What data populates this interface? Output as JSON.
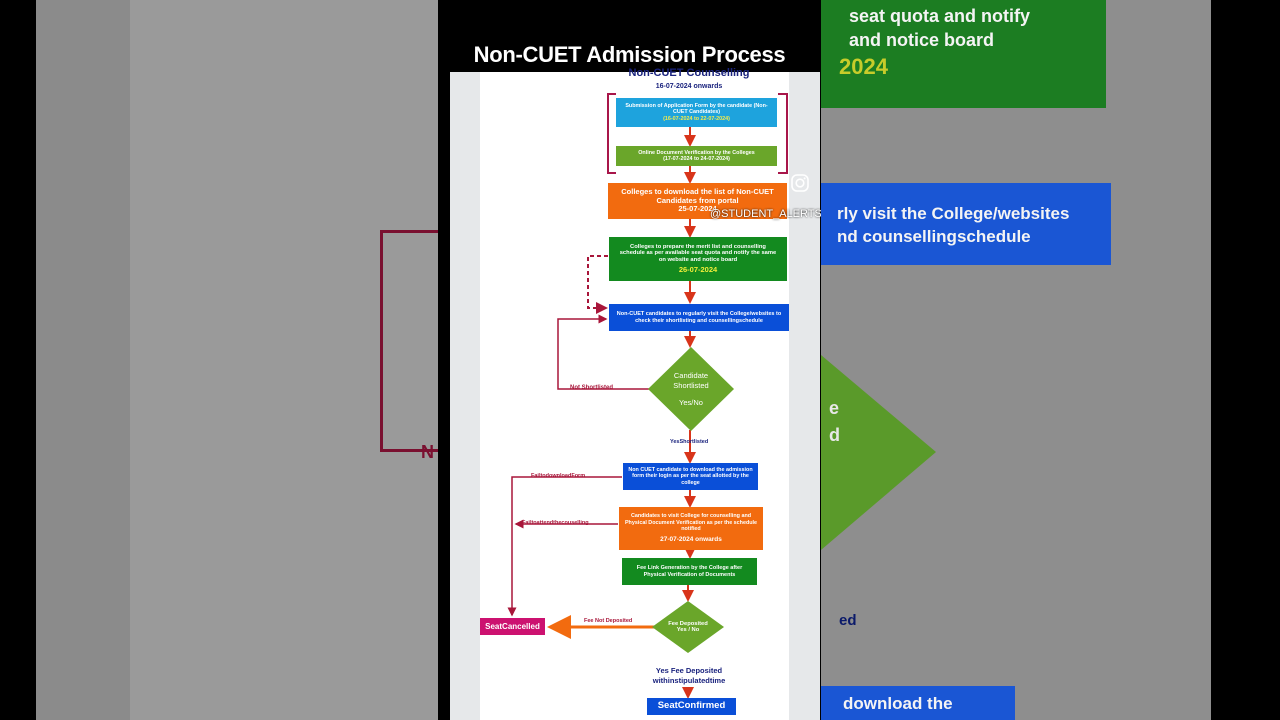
{
  "video_title": "Non-CUET Admission Process",
  "watermark": {
    "handle": "@STUDENT_ALERTS"
  },
  "background": {
    "right_top": "seat quota and notify\nand notice board",
    "right_top_date": "2024",
    "right_blue": "rly visit the College/websites\nnd counsellingschedule",
    "right_diamond": "e\nd",
    "right_bottom_blue": "download the",
    "right_fragment": "ed",
    "left_fragment": "N"
  },
  "flowchart": {
    "heading": "Non-CUET Counselling",
    "date_range": "16-07-2024 onwards",
    "steps": {
      "submission": {
        "text": "Submission of Application Form by the candidate (Non-CUET Candidates)",
        "dates": "(16-07-2024 to 22-07-2024)"
      },
      "verification": {
        "text": "Online Document Verification by the Colleges",
        "dates": "(17-07-2024 to 24-07-2024)"
      },
      "download_list": {
        "text": "Colleges to download the list of Non-CUET Candidates from portal",
        "date": "25-07-2024"
      },
      "merit_list": {
        "text": "Colleges to prepare the merit list and counselling schedule as per available seat quota and notify the same on website and notice board",
        "date": "26-07-2024"
      },
      "visit_websites": {
        "text": "Non-CUET candidates to regularly visit the College/websites to check their shortlisting and counsellingschedule"
      },
      "download_form": {
        "text": "Non CUET candidate to download the admission form their login as per the seat allotted by the college"
      },
      "visit_college": {
        "text": "Candidates to visit College for counselling and Physical Document Verification as per the schedule notified",
        "date": "27-07-2024 onwards"
      },
      "fee_link": {
        "text": "Fee Link Generation by the College after Physical Verification of Documents"
      },
      "seat_cancelled": "SeatCancelled",
      "seat_confirmed": "SeatConfirmed"
    },
    "decisions": {
      "shortlisted": {
        "title": "Candidate Shortlisted",
        "options": "Yes/No"
      },
      "fee_deposited": {
        "title": "Fee Deposited",
        "options": "Yes / No"
      }
    },
    "labels": {
      "not_shortlisted": "Not Shortlisted",
      "yes_shortlisted": "YesShortlisted",
      "fail_download": "FailtodownloadForm",
      "fail_attend": "Failtoattendthecouselling",
      "fee_not_deposited": "Fee Not Deposited",
      "yes_fee_deposited": "Yes Fee Deposited",
      "within_time": "withinstipulatedtime"
    }
  },
  "colors": {
    "cyan": "#1ea3dd",
    "lime": "#6aa62a",
    "orange": "#f26b0f",
    "green": "#138a1f",
    "blue": "#0a4fd8",
    "magenta": "#cc1170",
    "arrow": "#d8341a",
    "bracket": "#a8164a",
    "label_red": "#a8163a",
    "navy": "#1a237e"
  }
}
